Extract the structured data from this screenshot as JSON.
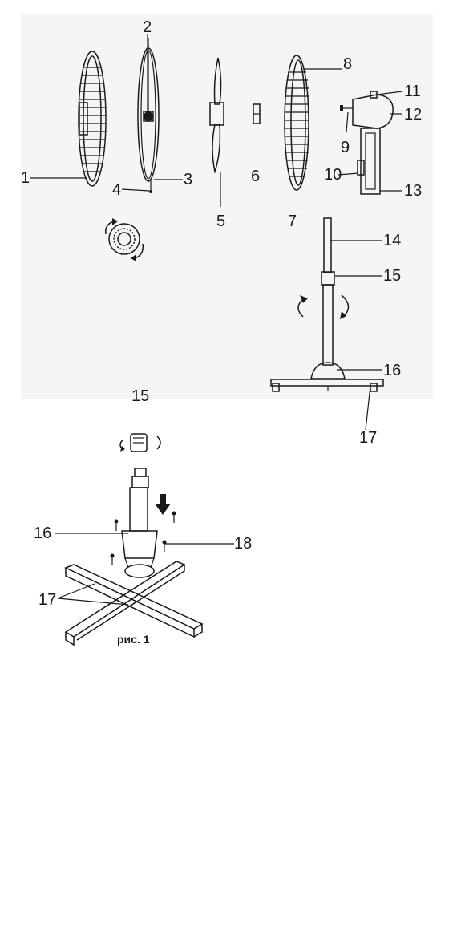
{
  "labels": {
    "l1": "1",
    "l2": "2",
    "l3": "3",
    "l4": "4",
    "l5": "5",
    "l6": "6",
    "l7": "7",
    "l8": "8",
    "l9": "9",
    "l10": "10",
    "l11": "11",
    "l12": "12",
    "l13": "13",
    "l14": "14",
    "l15": "15",
    "l16": "16",
    "l17": "17",
    "l15b": "15",
    "l16b": "16",
    "l17b": "17",
    "l18": "18"
  },
  "caption": "рис. 1",
  "colors": {
    "ink": "#1a1a1a",
    "panel": "#f5f5f5",
    "background": "#ffffff"
  }
}
